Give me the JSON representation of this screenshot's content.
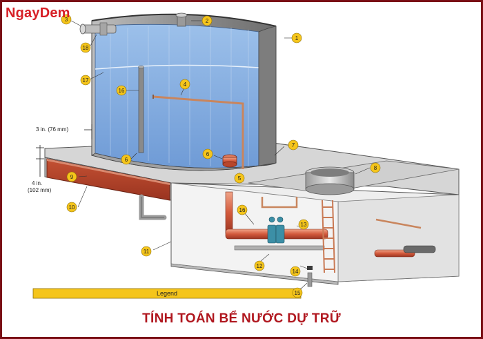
{
  "brand": {
    "part1": "Ngay",
    "part2": "Dem"
  },
  "caption": "TÍNH TOÁN BỂ NƯỚC DỰ TRỮ",
  "legend_label": "Legend",
  "dimensions": {
    "wall_gap": "3 in. (76 mm)",
    "slab_line1": "4 in.",
    "slab_line2": "(102 mm)"
  },
  "callouts": [
    "1",
    "2",
    "3",
    "4",
    "5",
    "6",
    "6",
    "7",
    "8",
    "9",
    "10",
    "11",
    "12",
    "13",
    "14",
    "15",
    "16",
    "16",
    "17",
    "18"
  ],
  "colors": {
    "frame": "#7a0f16",
    "caption": "#b0171f",
    "callout_fill": "#f5c51b",
    "water": "#8fb6e6",
    "pipe_copper": "#d9654a",
    "pipe_teal": "#3c8fa6",
    "concrete": "#d9d9d9",
    "brick": "#b8432a"
  }
}
